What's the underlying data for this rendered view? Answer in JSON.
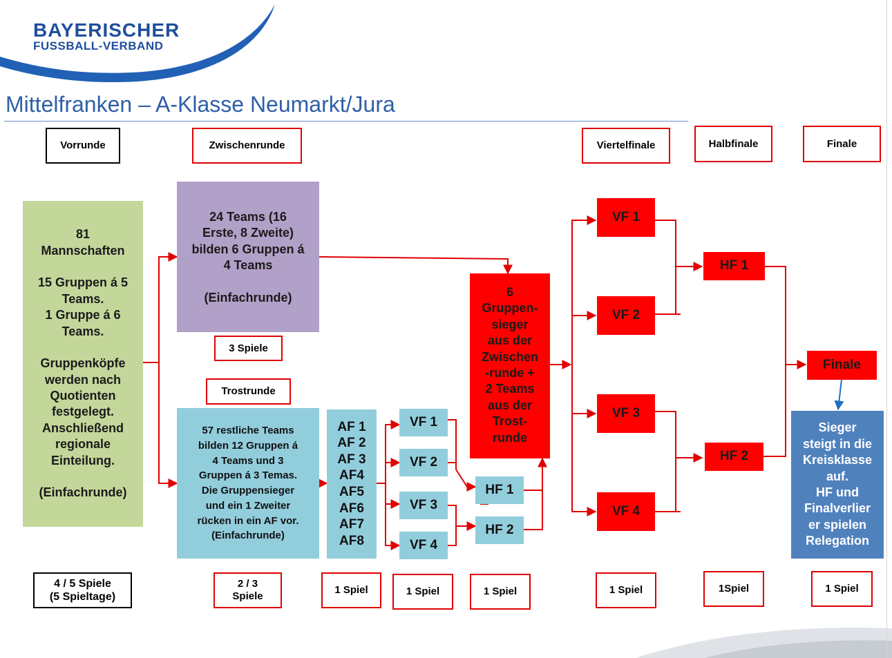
{
  "logo": {
    "line1": "BAYERISCHER",
    "line2": "FUSSBALL-VERBAND"
  },
  "title": "Mittelfranken – A-Klasse Neumarkt/Jura",
  "colors": {
    "red": "#ff0000",
    "lightblue": "#92cddc",
    "green": "#c4d79b",
    "purple": "#b1a0c7",
    "steelblue": "#4f81bd",
    "title": "#2e5fa7"
  },
  "headers": {
    "vorrunde": "Vorrunde",
    "zwischenrunde": "Zwischenrunde",
    "viertelfinale": "Viertelfinale",
    "halbfinale": "Halbfinale",
    "finale": "Finale",
    "trostrunde": "Trostrunde"
  },
  "boxes": {
    "vorrunde": "81\nMannschaften\n\n15 Gruppen á 5\nTeams.\n1 Gruppe á 6\nTeams.\n\nGruppenköpfe\nwerden nach\nQuotienten\nfestgelegt.\nAnschließend\nregionale\nEinteilung.\n\n(Einfachrunde)",
    "zwischenrunde": "24 Teams (16\nErste, 8 Zweite)\nbilden 6 Gruppen á\n4 Teams\n\n(Einfachrunde)",
    "trostrunde": "57 restliche Teams\nbilden 12 Gruppen á\n4 Teams und 3\nGruppen á 3 Temas.\nDie Gruppensieger\nund ein 1 Zweiter\nrücken in ein AF vor.\n(Einfachrunde)",
    "af_list": "AF 1\nAF 2\nAF 3\nAF4\nAF5\nAF6\nAF7\nAF8",
    "gruppensieger": "6\nGruppen-\nsieger\naus der\nZwischen\n-runde +\n2 Teams\naus der\nTrost-\nrunde",
    "sieger": "Sieger\nsteigt in die\nKreisklasse\nauf.\nHF und\nFinalverlier\ner spielen\nRelegation"
  },
  "trost_vf": [
    "VF 1",
    "VF 2",
    "VF 3",
    "VF 4"
  ],
  "trost_hf": [
    "HF 1",
    "HF 2"
  ],
  "main_vf": [
    "VF 1",
    "VF 2",
    "VF 3",
    "VF 4"
  ],
  "main_hf": [
    "HF 1",
    "HF 2"
  ],
  "finale": "Finale",
  "games": {
    "zwischen": "3 Spiele",
    "vorrunde": "4 / 5 Spiele\n(5 Spieltage)",
    "trost": "2 / 3\nSpiele",
    "af": "1 Spiel",
    "trost_vf": "1 Spiel",
    "trost_hf": "1 Spiel",
    "vf": "1 Spiel",
    "hf": "1Spiel",
    "finale": "1 Spiel"
  }
}
